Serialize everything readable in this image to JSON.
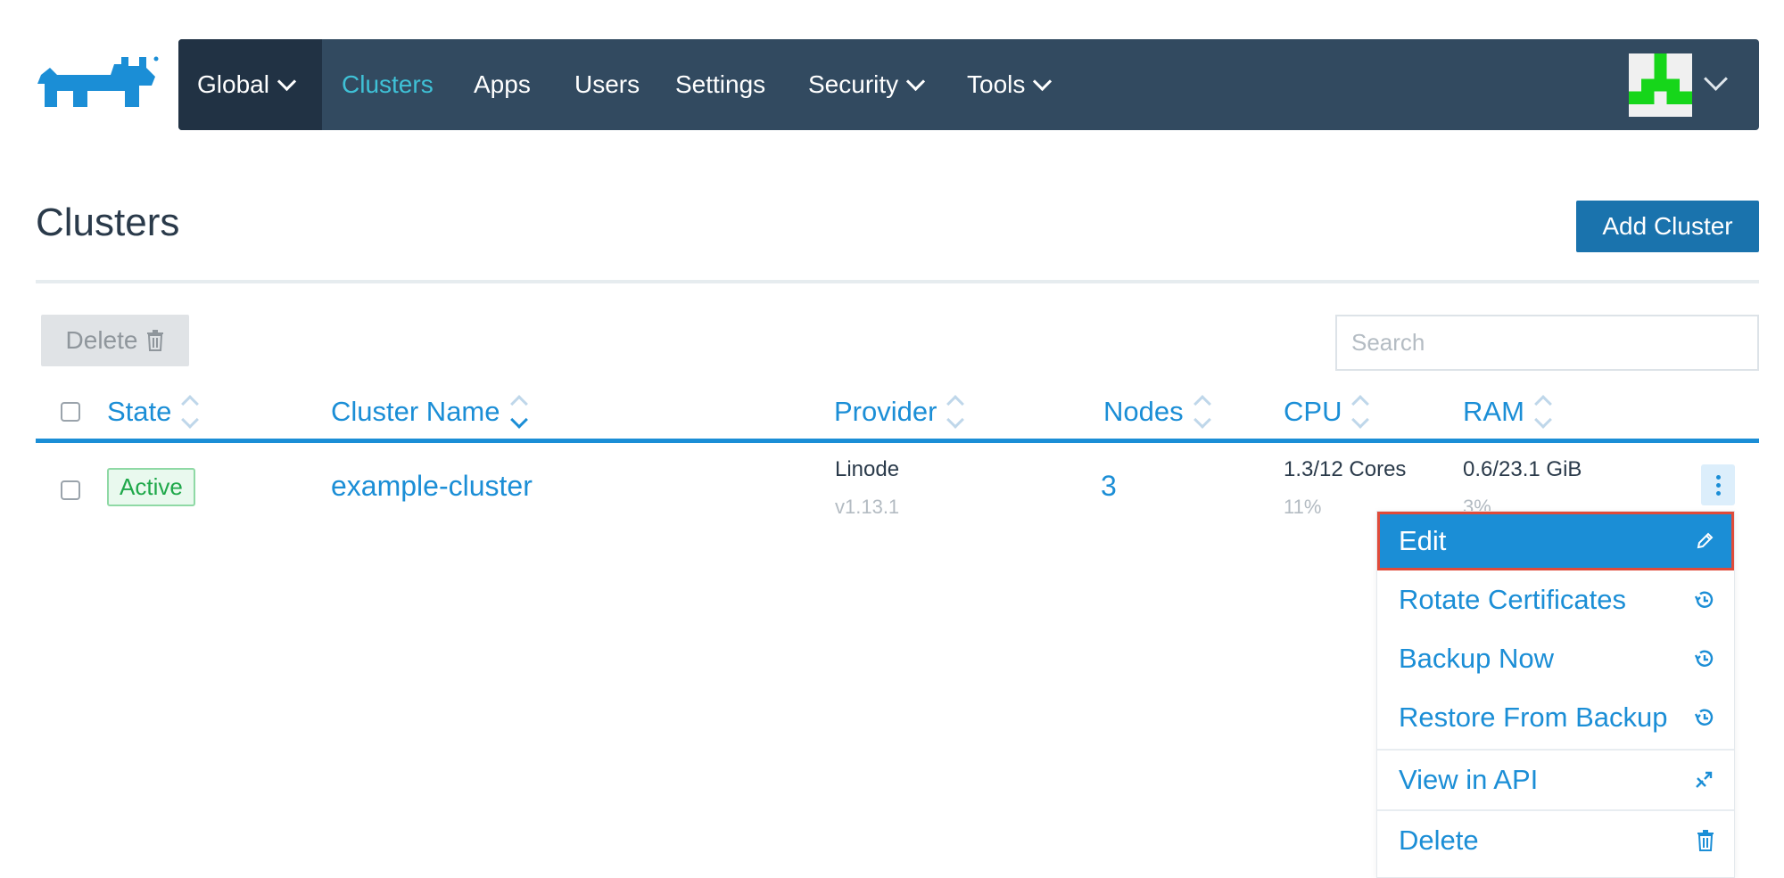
{
  "nav": {
    "global": "Global",
    "items": [
      "Clusters",
      "Apps",
      "Users",
      "Settings",
      "Security",
      "Tools"
    ]
  },
  "header": {
    "title": "Clusters",
    "add_button": "Add Cluster"
  },
  "toolbar": {
    "delete_label": "Delete",
    "search_placeholder": "Search"
  },
  "table": {
    "columns": [
      "State",
      "Cluster Name",
      "Provider",
      "Nodes",
      "CPU",
      "RAM"
    ],
    "rows": [
      {
        "state": "Active",
        "name": "example-cluster",
        "provider": "Linode",
        "version": "v1.13.1",
        "nodes": "3",
        "cpu": "1.3/12 Cores",
        "cpu_pct": "11%",
        "ram": "0.6/23.1 GiB",
        "ram_pct": "3%"
      }
    ]
  },
  "menu": {
    "items": [
      "Edit",
      "Rotate Certificates",
      "Backup Now",
      "Restore From Backup",
      "View in API",
      "Delete"
    ]
  },
  "colors": {
    "navbar": "#324a60",
    "nav_global": "#213244",
    "accent": "#1b8ed6",
    "active_nav": "#3fc1d6",
    "active_badge": "#1fa84a",
    "selected_outline": "#e04b3a"
  }
}
